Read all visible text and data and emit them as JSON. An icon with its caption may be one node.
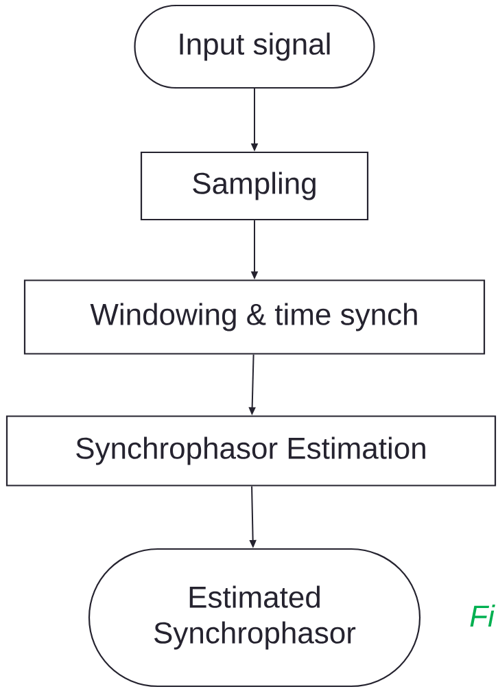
{
  "diagram": {
    "nodes": [
      {
        "text": [
          "Input signal"
        ]
      },
      {
        "text": [
          "Sampling"
        ]
      },
      {
        "text": [
          "Windowing & time synch"
        ]
      },
      {
        "text": [
          "Synchrophasor Estimation"
        ]
      },
      {
        "text": [
          "Estimated Synchrophasor"
        ]
      }
    ],
    "edges": [
      {
        "from": 0,
        "to": 1,
        "arrow": "to"
      },
      {
        "from": 1,
        "to": 2,
        "arrow": "to"
      },
      {
        "from": 2,
        "to": 3,
        "arrow": "to"
      },
      {
        "from": 3,
        "to": 4,
        "arrow": "to"
      }
    ],
    "labels": [
      "Fi"
    ]
  }
}
